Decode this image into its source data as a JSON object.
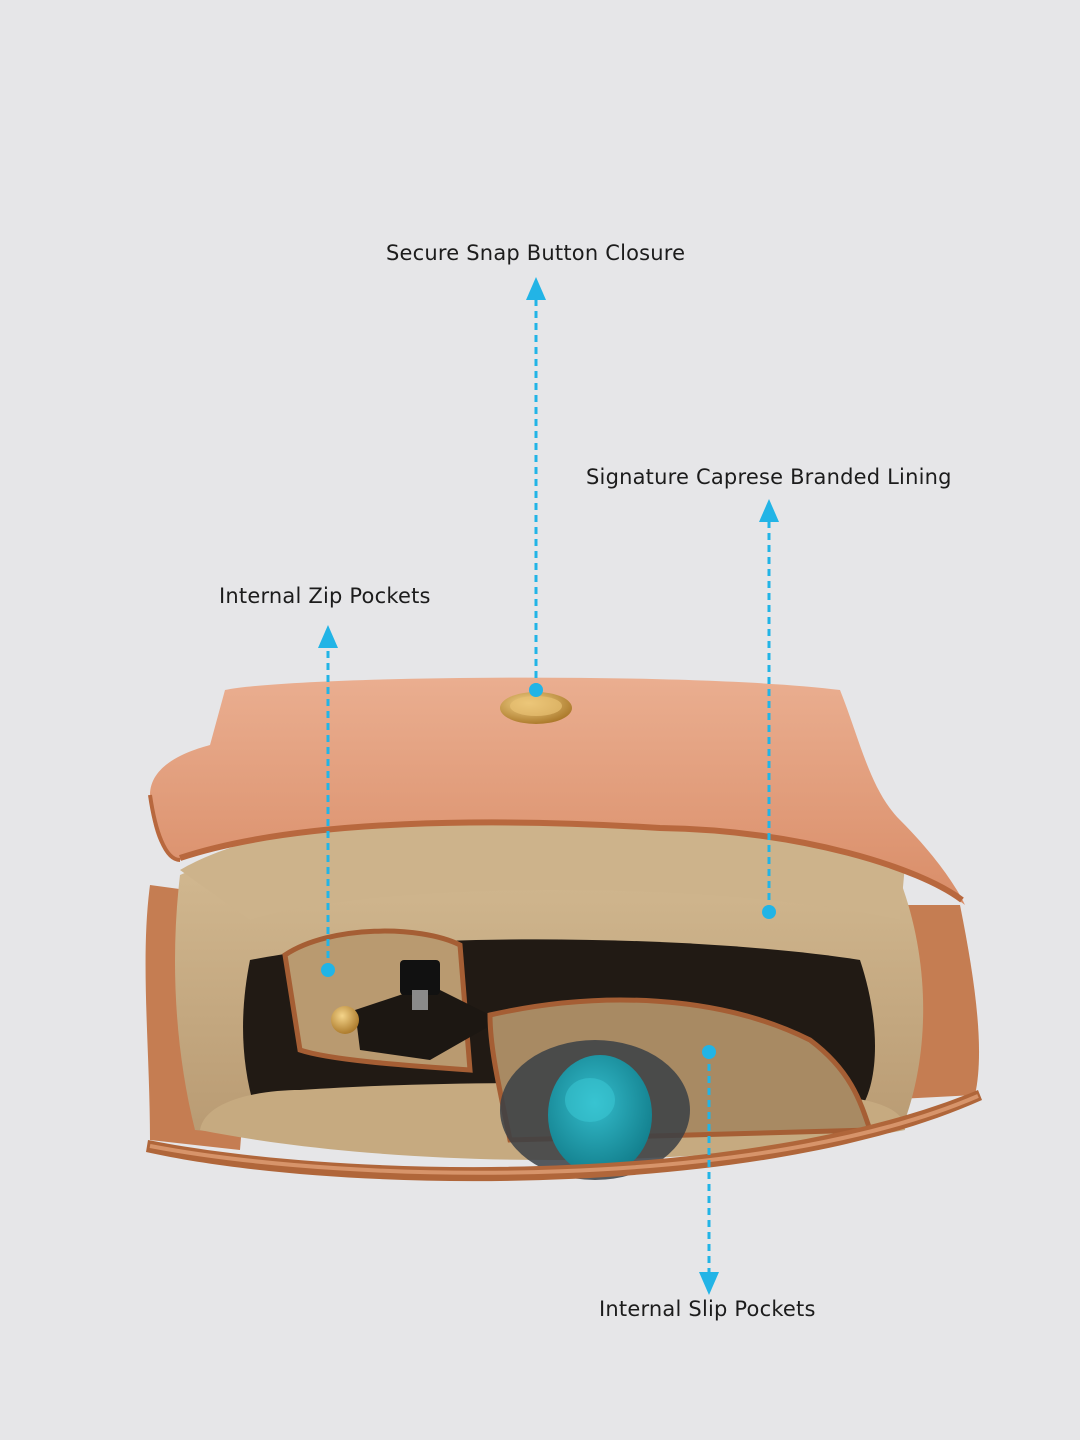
{
  "callouts": {
    "snap": {
      "label": "Secure Snap Button Closure"
    },
    "lining": {
      "label": "Signature Caprese Branded Lining"
    },
    "zip": {
      "label": "Internal Zip Pockets"
    },
    "slip": {
      "label": "Internal Slip Pockets"
    }
  },
  "colors": {
    "background": "#e6e6e8",
    "leather": "#e3a282",
    "leather_dark": "#b86a3e",
    "lining": "#c8ad86",
    "lining_dark": "#8e7352",
    "accent": "#22b4e6",
    "bottle_cap": "#1ea3b2",
    "snap_gold": "#d6a548"
  }
}
